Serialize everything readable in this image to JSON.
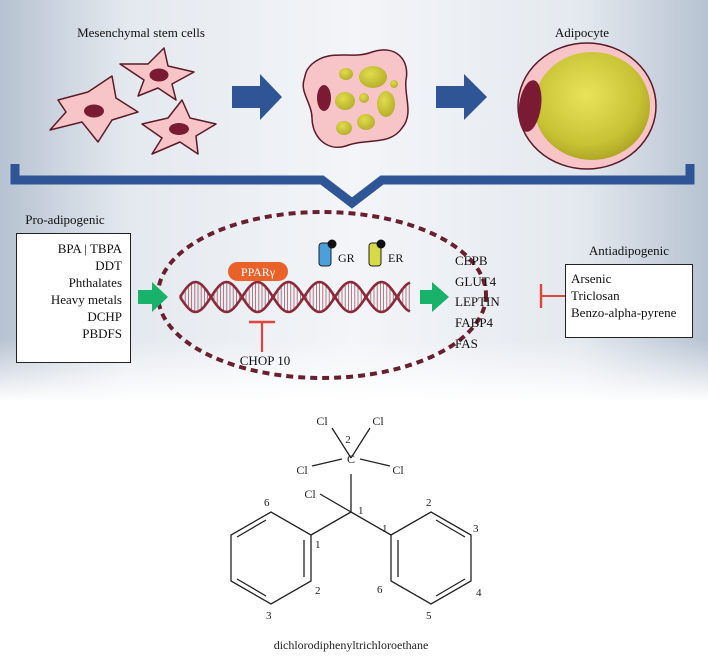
{
  "top": {
    "stem_cells_label": "Mesenchymal stem cells",
    "adipocyte_label": "Adipocyte"
  },
  "pro": {
    "title": "Pro-adipogenic",
    "items": [
      "BPA | TBPA",
      "DDT",
      "Phthalates",
      "Heavy metals",
      "DCHP",
      "PBDFS"
    ]
  },
  "anti": {
    "title": "Antiadipogenic",
    "items": [
      "Arsenic",
      "Triclosan",
      "Benzo-alpha-pyrene"
    ]
  },
  "nucleus": {
    "pparg": "PPARγ",
    "gr": "GR",
    "er": "ER",
    "chop": "CHOP 10"
  },
  "genes": [
    "CEPB",
    "GLUT4",
    "LEPTIN",
    "FABP4",
    "FAS"
  ],
  "molecule": {
    "cl_labels": [
      "Cl",
      "Cl",
      "Cl",
      "Cl",
      "Cl"
    ],
    "carbon": "C",
    "locants": [
      "2",
      "1",
      "1",
      "1",
      "2",
      "3",
      "4",
      "5",
      "6",
      "6",
      "2",
      "3"
    ],
    "name": "dichlorodiphenyltrichloroethane"
  },
  "colors": {
    "navy_arrow": "#2f5597",
    "green_arrow": "#18b26b",
    "dashed_oval": "#6a1f2f",
    "dna": "#8a2a3a",
    "pparg_fill": "#e8622a",
    "inhibit": "#e0443b",
    "gr_fill": "#4aa0d8",
    "er_fill": "#d7da45"
  }
}
